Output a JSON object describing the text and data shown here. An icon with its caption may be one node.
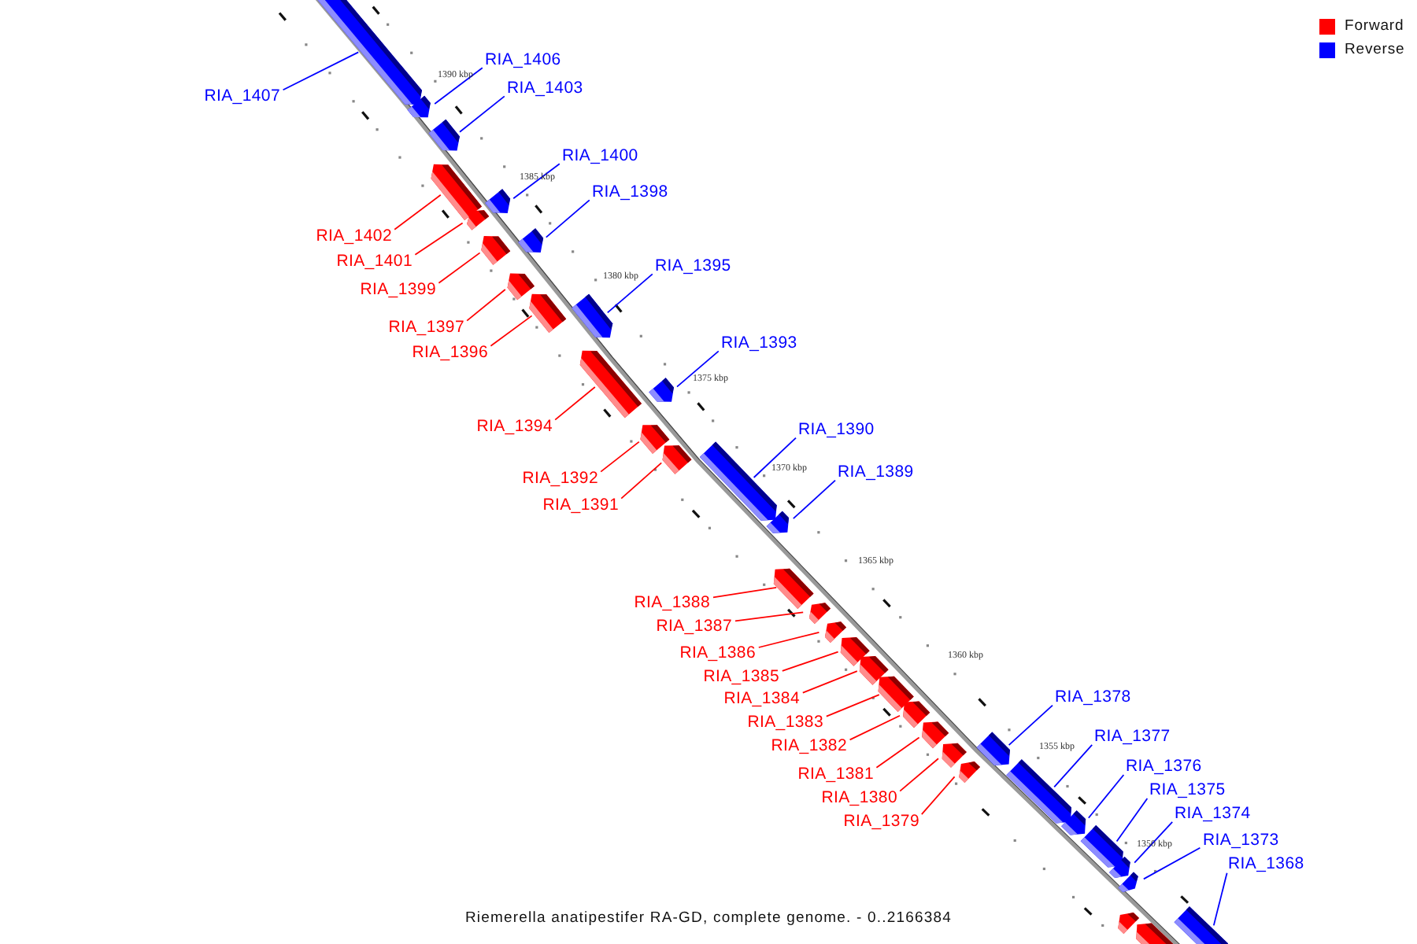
{
  "diagram": {
    "caption": "Riemerella anatipestifer RA-GD, complete genome. - 0..2166384",
    "nodes": [
      {
        "text": [
          "RIA_1406"
        ]
      },
      {
        "text": [
          "RIA_1403"
        ]
      },
      {
        "text": [
          "RIA_1407"
        ]
      },
      {
        "text": [
          "RIA_1400"
        ]
      },
      {
        "text": [
          "RIA_1398"
        ]
      },
      {
        "text": [
          "RIA_1402"
        ]
      },
      {
        "text": [
          "RIA_1401"
        ]
      },
      {
        "text": [
          "RIA_1395"
        ]
      },
      {
        "text": [
          "RIA_1399"
        ]
      },
      {
        "text": [
          "RIA_1397"
        ]
      },
      {
        "text": [
          "RIA_1393"
        ]
      },
      {
        "text": [
          "RIA_1396"
        ]
      },
      {
        "text": [
          "RIA_1394"
        ]
      },
      {
        "text": [
          "RIA_1390"
        ]
      },
      {
        "text": [
          "RIA_1389"
        ]
      },
      {
        "text": [
          "RIA_1392"
        ]
      },
      {
        "text": [
          "RIA_1391"
        ]
      },
      {
        "text": [
          "RIA_1388"
        ]
      },
      {
        "text": [
          "RIA_1387"
        ]
      },
      {
        "text": [
          "RIA_1386"
        ]
      },
      {
        "text": [
          "RIA_1385"
        ]
      },
      {
        "text": [
          "RIA_1384"
        ]
      },
      {
        "text": [
          "RIA_1378"
        ]
      },
      {
        "text": [
          "RIA_1383"
        ]
      },
      {
        "text": [
          "RIA_1377"
        ]
      },
      {
        "text": [
          "RIA_1382"
        ]
      },
      {
        "text": [
          "RIA_1376"
        ]
      },
      {
        "text": [
          "RIA_1381"
        ]
      },
      {
        "text": [
          "RIA_1375"
        ]
      },
      {
        "text": [
          "RIA_1380"
        ]
      },
      {
        "text": [
          "RIA_1374"
        ]
      },
      {
        "text": [
          "RIA_1379"
        ]
      },
      {
        "text": [
          "RIA_1373"
        ]
      },
      {
        "text": [
          "RIA_1368"
        ]
      },
      {
        "text": [],
        "shape": "bar"
      },
      {
        "text": [],
        "shape": "bar"
      },
      {
        "text": [],
        "shape": "bar"
      },
      {
        "text": [],
        "shape": "bar"
      },
      {
        "text": [],
        "shape": "bar"
      },
      {
        "text": [],
        "shape": "bar"
      },
      {
        "text": [],
        "shape": "bar"
      },
      {
        "text": [],
        "shape": "bar"
      },
      {
        "text": [],
        "shape": "bar"
      },
      {
        "text": [],
        "shape": "bar"
      },
      {
        "text": [],
        "shape": "bar"
      },
      {
        "text": [],
        "shape": "bar"
      },
      {
        "text": [],
        "shape": "bar"
      },
      {
        "text": [],
        "shape": "bar"
      },
      {
        "text": [],
        "shape": "bar"
      },
      {
        "text": [],
        "shape": "bar"
      },
      {
        "text": [],
        "shape": "bar"
      },
      {
        "text": [],
        "shape": "bar"
      },
      {
        "text": [],
        "shape": "bar"
      },
      {
        "text": [],
        "shape": "bar"
      },
      {
        "text": [],
        "shape": "bar"
      },
      {
        "text": [],
        "shape": "bar"
      },
      {
        "text": [],
        "shape": "bar"
      },
      {
        "text": [],
        "shape": "bar"
      },
      {
        "text": [],
        "shape": "bar"
      },
      {
        "text": [],
        "shape": "bar"
      },
      {
        "text": [],
        "shape": "bar"
      },
      {
        "text": [],
        "shape": "bar"
      },
      {
        "text": [],
        "shape": "bar"
      },
      {
        "text": [],
        "shape": "bar"
      },
      {
        "text": [],
        "shape": "bar"
      },
      {
        "text": [],
        "shape": "bar"
      },
      {
        "text": [],
        "shape": "bar"
      },
      {
        "text": [],
        "shape": "bar"
      },
      {
        "text": [],
        "shape": "bar"
      },
      {
        "text": [],
        "shape": "bar"
      }
    ],
    "edges": [
      {
        "from": 0,
        "to": 35,
        "arrow": "none",
        "color": "#0000ff"
      },
      {
        "from": 1,
        "to": 36,
        "arrow": "none",
        "color": "#0000ff"
      },
      {
        "from": 2,
        "to": 34,
        "arrow": "none",
        "color": "#0000ff"
      },
      {
        "from": 3,
        "to": 38,
        "arrow": "none",
        "color": "#0000ff"
      },
      {
        "from": 4,
        "to": 40,
        "arrow": "none",
        "color": "#0000ff"
      },
      {
        "from": 5,
        "to": 37,
        "arrow": "none",
        "color": "#ff0000"
      },
      {
        "from": 6,
        "to": 39,
        "arrow": "none",
        "color": "#ff0000"
      },
      {
        "from": 7,
        "to": 44,
        "arrow": "none",
        "color": "#0000ff"
      },
      {
        "from": 8,
        "to": 41,
        "arrow": "none",
        "color": "#ff0000"
      },
      {
        "from": 9,
        "to": 42,
        "arrow": "none",
        "color": "#ff0000"
      },
      {
        "from": 10,
        "to": 46,
        "arrow": "none",
        "color": "#0000ff"
      },
      {
        "from": 11,
        "to": 43,
        "arrow": "none",
        "color": "#ff0000"
      },
      {
        "from": 12,
        "to": 45,
        "arrow": "none",
        "color": "#ff0000"
      },
      {
        "from": 13,
        "to": 49,
        "arrow": "none",
        "color": "#0000ff"
      },
      {
        "from": 14,
        "to": 50,
        "arrow": "none",
        "color": "#0000ff"
      },
      {
        "from": 15,
        "to": 47,
        "arrow": "none",
        "color": "#ff0000"
      },
      {
        "from": 16,
        "to": 48,
        "arrow": "none",
        "color": "#ff0000"
      },
      {
        "from": 17,
        "to": 51,
        "arrow": "none",
        "color": "#ff0000"
      },
      {
        "from": 18,
        "to": 52,
        "arrow": "none",
        "color": "#ff0000"
      },
      {
        "from": 19,
        "to": 53,
        "arrow": "none",
        "color": "#ff0000"
      },
      {
        "from": 20,
        "to": 54,
        "arrow": "none",
        "color": "#ff0000"
      },
      {
        "from": 21,
        "to": 55,
        "arrow": "none",
        "color": "#ff0000"
      },
      {
        "from": 22,
        "to": 59,
        "arrow": "none",
        "color": "#0000ff"
      },
      {
        "from": 23,
        "to": 56,
        "arrow": "none",
        "color": "#ff0000"
      },
      {
        "from": 24,
        "to": 62,
        "arrow": "none",
        "color": "#0000ff"
      },
      {
        "from": 25,
        "to": 57,
        "arrow": "none",
        "color": "#ff0000"
      },
      {
        "from": 26,
        "to": 63,
        "arrow": "none",
        "color": "#0000ff"
      },
      {
        "from": 27,
        "to": 58,
        "arrow": "none",
        "color": "#ff0000"
      },
      {
        "from": 28,
        "to": 64,
        "arrow": "none",
        "color": "#0000ff"
      },
      {
        "from": 29,
        "to": 60,
        "arrow": "none",
        "color": "#ff0000"
      },
      {
        "from": 30,
        "to": 65,
        "arrow": "none",
        "color": "#0000ff"
      },
      {
        "from": 31,
        "to": 61,
        "arrow": "none",
        "color": "#ff0000"
      },
      {
        "from": 32,
        "to": 66,
        "arrow": "none",
        "color": "#0000ff"
      },
      {
        "from": 33,
        "to": 68,
        "arrow": "none",
        "color": "#0000ff"
      }
    ],
    "labels": [
      "1390 kbp",
      "1385 kbp",
      "1380 kbp",
      "1375 kbp",
      "1370 kbp",
      "1365 kbp",
      "1360 kbp",
      "1355 kbp",
      "1350 kbp"
    ],
    "legend": [
      {
        "text": "Forward",
        "color": "#ff0000"
      },
      {
        "text": "Reverse",
        "color": "#0000ff"
      }
    ]
  }
}
